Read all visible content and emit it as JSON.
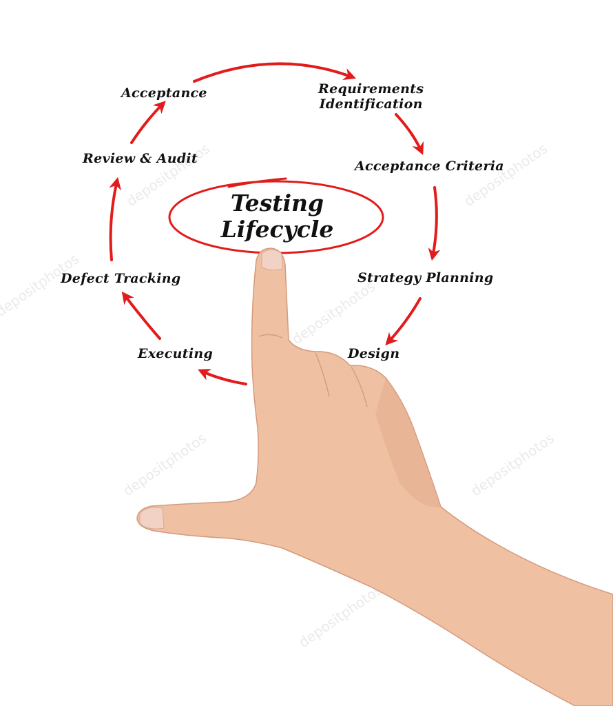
{
  "diagram": {
    "center": {
      "line1": "Testing",
      "line2": "Lifecycle"
    },
    "nodes": {
      "requirements": {
        "line1": "Requirements",
        "line2": "Identification"
      },
      "acceptance_criteria": "Acceptance Criteria",
      "strategy_planning": "Strategy Planning",
      "design": "Design",
      "executing": "Executing",
      "defect_tracking": "Defect Tracking",
      "review_audit": "Review & Audit",
      "acceptance": "Acceptance"
    },
    "arrow_color": "#e21b1b"
  },
  "watermark": {
    "text": "depositphotos"
  }
}
